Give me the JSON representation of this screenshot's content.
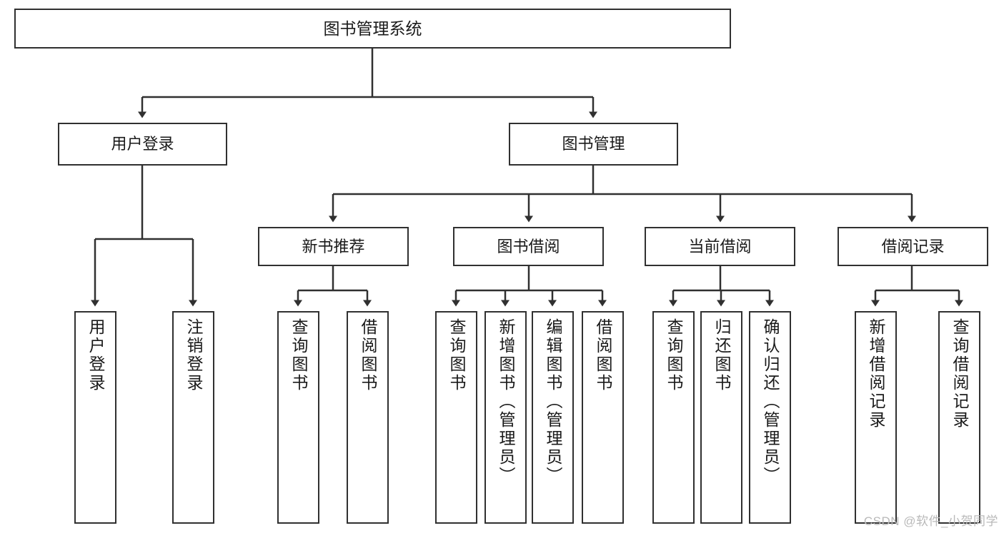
{
  "diagram": {
    "type": "tree",
    "title": "图书管理系统",
    "watermark": "CSDN @软件_小贺同学",
    "colors": {
      "box_border": "#303030",
      "box_fill": "#ffffff",
      "connector": "#303030",
      "text": "#1a1a1a",
      "watermark": "#b9b9b9"
    },
    "nodes": {
      "root": {
        "label": "图书管理系统"
      },
      "level2": [
        {
          "id": "user-login",
          "label": "用户登录"
        },
        {
          "id": "book-manage",
          "label": "图书管理"
        }
      ],
      "level3": [
        {
          "id": "new-book-recommend",
          "label": "新书推荐"
        },
        {
          "id": "book-borrow",
          "label": "图书借阅"
        },
        {
          "id": "current-borrow",
          "label": "当前借阅"
        },
        {
          "id": "borrow-record",
          "label": "借阅记录"
        }
      ],
      "leaves": [
        {
          "id": "leaf-user-login",
          "label": "用户登录",
          "parent": "user-login"
        },
        {
          "id": "leaf-logout-login",
          "label": "注销登录",
          "parent": "user-login"
        },
        {
          "id": "leaf-query-book-1",
          "label": "查询图书",
          "parent": "new-book-recommend"
        },
        {
          "id": "leaf-borrow-book-1",
          "label": "借阅图书",
          "parent": "new-book-recommend"
        },
        {
          "id": "leaf-query-book-2",
          "label": "查询图书",
          "parent": "book-borrow"
        },
        {
          "id": "leaf-add-book",
          "label": "新增图书（管理员）",
          "parent": "book-borrow"
        },
        {
          "id": "leaf-edit-book",
          "label": "编辑图书（管理员）",
          "parent": "book-borrow"
        },
        {
          "id": "leaf-borrow-book-2",
          "label": "借阅图书",
          "parent": "book-borrow"
        },
        {
          "id": "leaf-query-book-3",
          "label": "查询图书",
          "parent": "current-borrow"
        },
        {
          "id": "leaf-return-book",
          "label": "归还图书",
          "parent": "current-borrow"
        },
        {
          "id": "leaf-confirm-return",
          "label": "确认归还（管理员）",
          "parent": "current-borrow"
        },
        {
          "id": "leaf-add-record",
          "label": "新增借阅记录",
          "parent": "borrow-record"
        },
        {
          "id": "leaf-query-record",
          "label": "查询借阅记录",
          "parent": "borrow-record"
        }
      ]
    }
  }
}
